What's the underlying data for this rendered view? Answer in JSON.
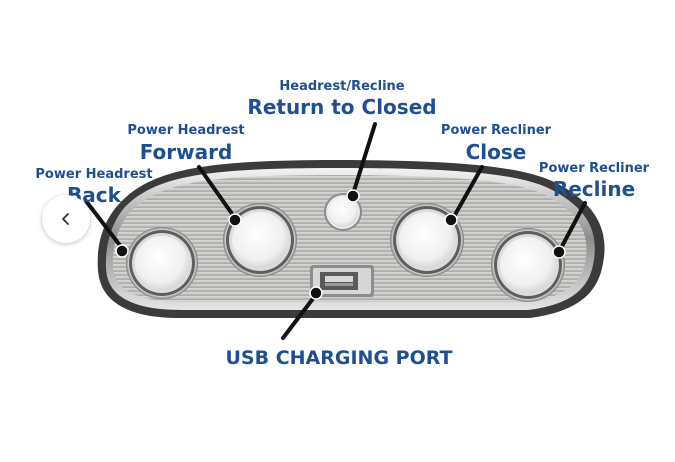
{
  "labels": {
    "headrest_back": {
      "line1": "Power Headrest",
      "line2": "Back"
    },
    "headrest_forward": {
      "line1": "Power Headrest",
      "line2": "Forward"
    },
    "return_closed": {
      "line1": "Headrest/Recline",
      "line2": "Return to Closed"
    },
    "recliner_close": {
      "line1": "Power Recliner",
      "line2": "Close"
    },
    "recliner_recline": {
      "line1": "Power Recliner",
      "line2": "Recline"
    },
    "usb": "USB CHARGING PORT"
  },
  "carousel": {
    "prev_icon": "chevron-left-icon"
  },
  "colors": {
    "label_blue": "#1e4f91",
    "panel_silver": "#b9b9b6",
    "panel_dark": "#3a3a3a"
  }
}
